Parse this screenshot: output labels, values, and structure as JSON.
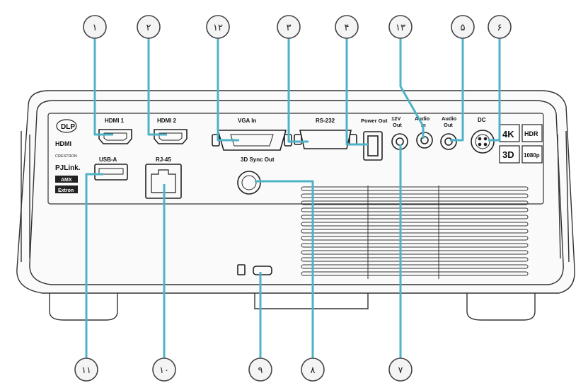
{
  "callouts": [
    {
      "id": "1",
      "text": "١"
    },
    {
      "id": "2",
      "text": "٢"
    },
    {
      "id": "12",
      "text": "١٢"
    },
    {
      "id": "3",
      "text": "٣"
    },
    {
      "id": "4",
      "text": "۴"
    },
    {
      "id": "13",
      "text": "١٣"
    },
    {
      "id": "5",
      "text": "۵"
    },
    {
      "id": "6",
      "text": "۶"
    },
    {
      "id": "11",
      "text": "١١"
    },
    {
      "id": "10",
      "text": "١٠"
    },
    {
      "id": "9",
      "text": "٩"
    },
    {
      "id": "8",
      "text": "٨"
    },
    {
      "id": "7",
      "text": "٧"
    }
  ],
  "ports": {
    "hdmi1": "HDMI 1",
    "hdmi2": "HDMI 2",
    "vga": "VGA In",
    "rs232": "RS-232",
    "power_out": "Power Out",
    "v12_line1": "12V",
    "v12_line2": "Out",
    "audio_in_line1": "Audio",
    "audio_in_line2": "In",
    "audio_out_line1": "Audio",
    "audio_out_line2": "Out",
    "dc": "DC",
    "usb_a": "USB-A",
    "rj45": "RJ-45",
    "sync3d": "3D Sync Out"
  },
  "logos": {
    "dlp": "DLP",
    "hdmi": "HDMI",
    "crestron": "CRESTRON",
    "pjlink": "PJLink.",
    "amx": "AMX",
    "extron": "Extron"
  },
  "badges": {
    "k4": "4K",
    "hdr": "HDR",
    "d3": "3D",
    "p1080": "1080p"
  },
  "colors": {
    "callout_line": "#4fb3c8",
    "outline": "#333333",
    "body_fill": "#fafafa"
  }
}
